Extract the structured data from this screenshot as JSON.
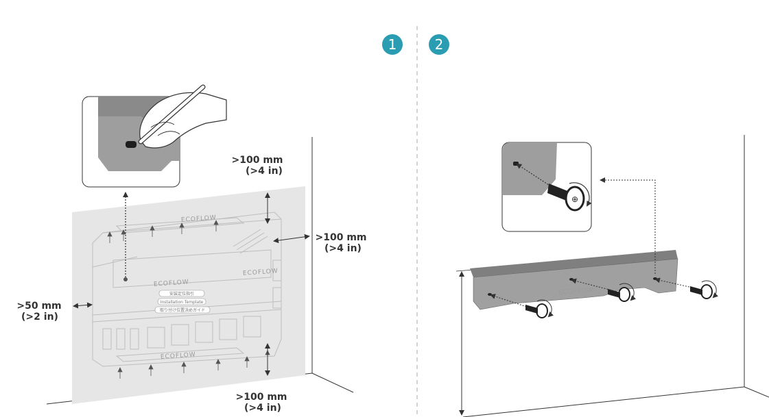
{
  "steps": [
    {
      "number": "1",
      "color": "#2a9db3"
    },
    {
      "number": "2",
      "color": "#2a9db3"
    }
  ],
  "clearances": {
    "top": {
      "line1": ">100 mm",
      "line2": "(>4 in)"
    },
    "right": {
      "line1": ">100 mm",
      "line2": "(>4 in)"
    },
    "left": {
      "line1": ">50 mm",
      "line2": "(>2 in)"
    },
    "bottom": {
      "line1": ">100 mm",
      "line2": "(>4 in)"
    }
  },
  "template": {
    "brand": "ECOFLOW",
    "brand_small": "ECOFLOW",
    "label_jp1": "安装定位指引",
    "label_en": "Installation Template",
    "label_jp2": "取り付け位置決めガイド"
  },
  "bracket": {
    "brand": "ECOFLOW"
  },
  "colors": {
    "wall_shade": "#e6e6e6",
    "bracket": "#9e9e9e",
    "line": "#333333",
    "divider": "#aaaaaa"
  }
}
